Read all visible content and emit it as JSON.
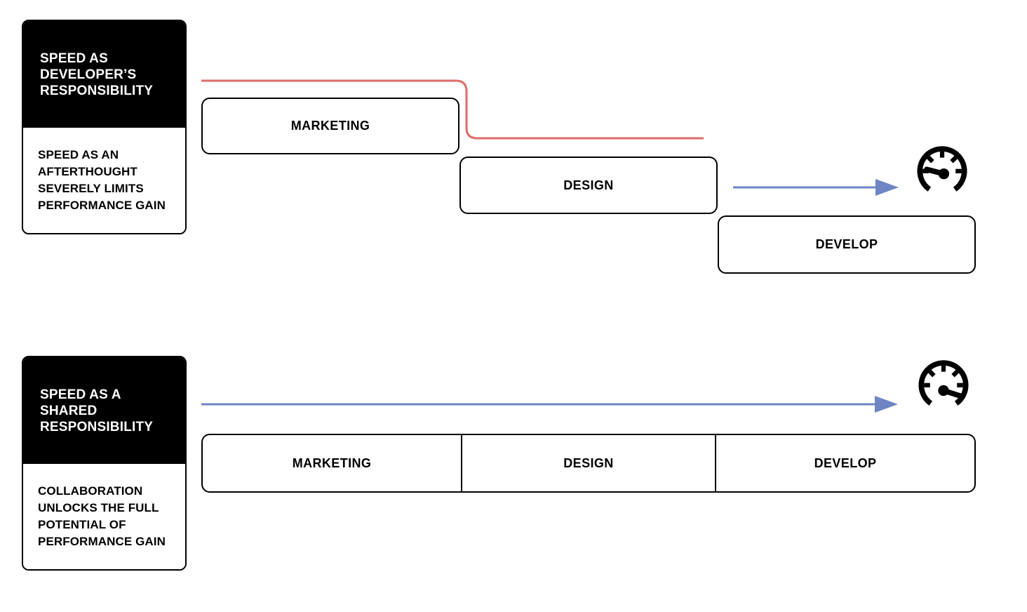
{
  "diagram": {
    "sections": [
      {
        "name": "speed-as-developers-responsibility",
        "card_title": "SPEED AS\nDEVELOPER’S\nRESPONSIBILITY",
        "card_body": "SPEED AS AN\nAFTERTHOUGHT\nSEVERELY LIMITS\nPERFORMANCE GAIN",
        "stages": [
          "MARKETING",
          "DESIGN",
          "DEVELOP"
        ],
        "gauge_icon": "speedometer-low-icon",
        "layout_hint": "waterfall-cascade"
      },
      {
        "name": "speed-as-shared-responsibility",
        "card_title": "SPEED AS A\nSHARED\nRESPONSIBILITY",
        "card_body": "COLLABORATION\nUNLOCKS THE FULL\nPOTENTIAL OF\nPERFORMANCE GAIN",
        "stages": [
          "MARKETING",
          "DESIGN",
          "DEVELOP"
        ],
        "gauge_icon": "speedometer-high-icon",
        "layout_hint": "parallel-row"
      }
    ],
    "colors": {
      "handoff_line_red": "#E06A6A",
      "flow_arrow_blue": "#6E84C3",
      "outline": "#000000",
      "card_header_bg": "#000000",
      "card_header_text": "#FFFFFF"
    }
  }
}
